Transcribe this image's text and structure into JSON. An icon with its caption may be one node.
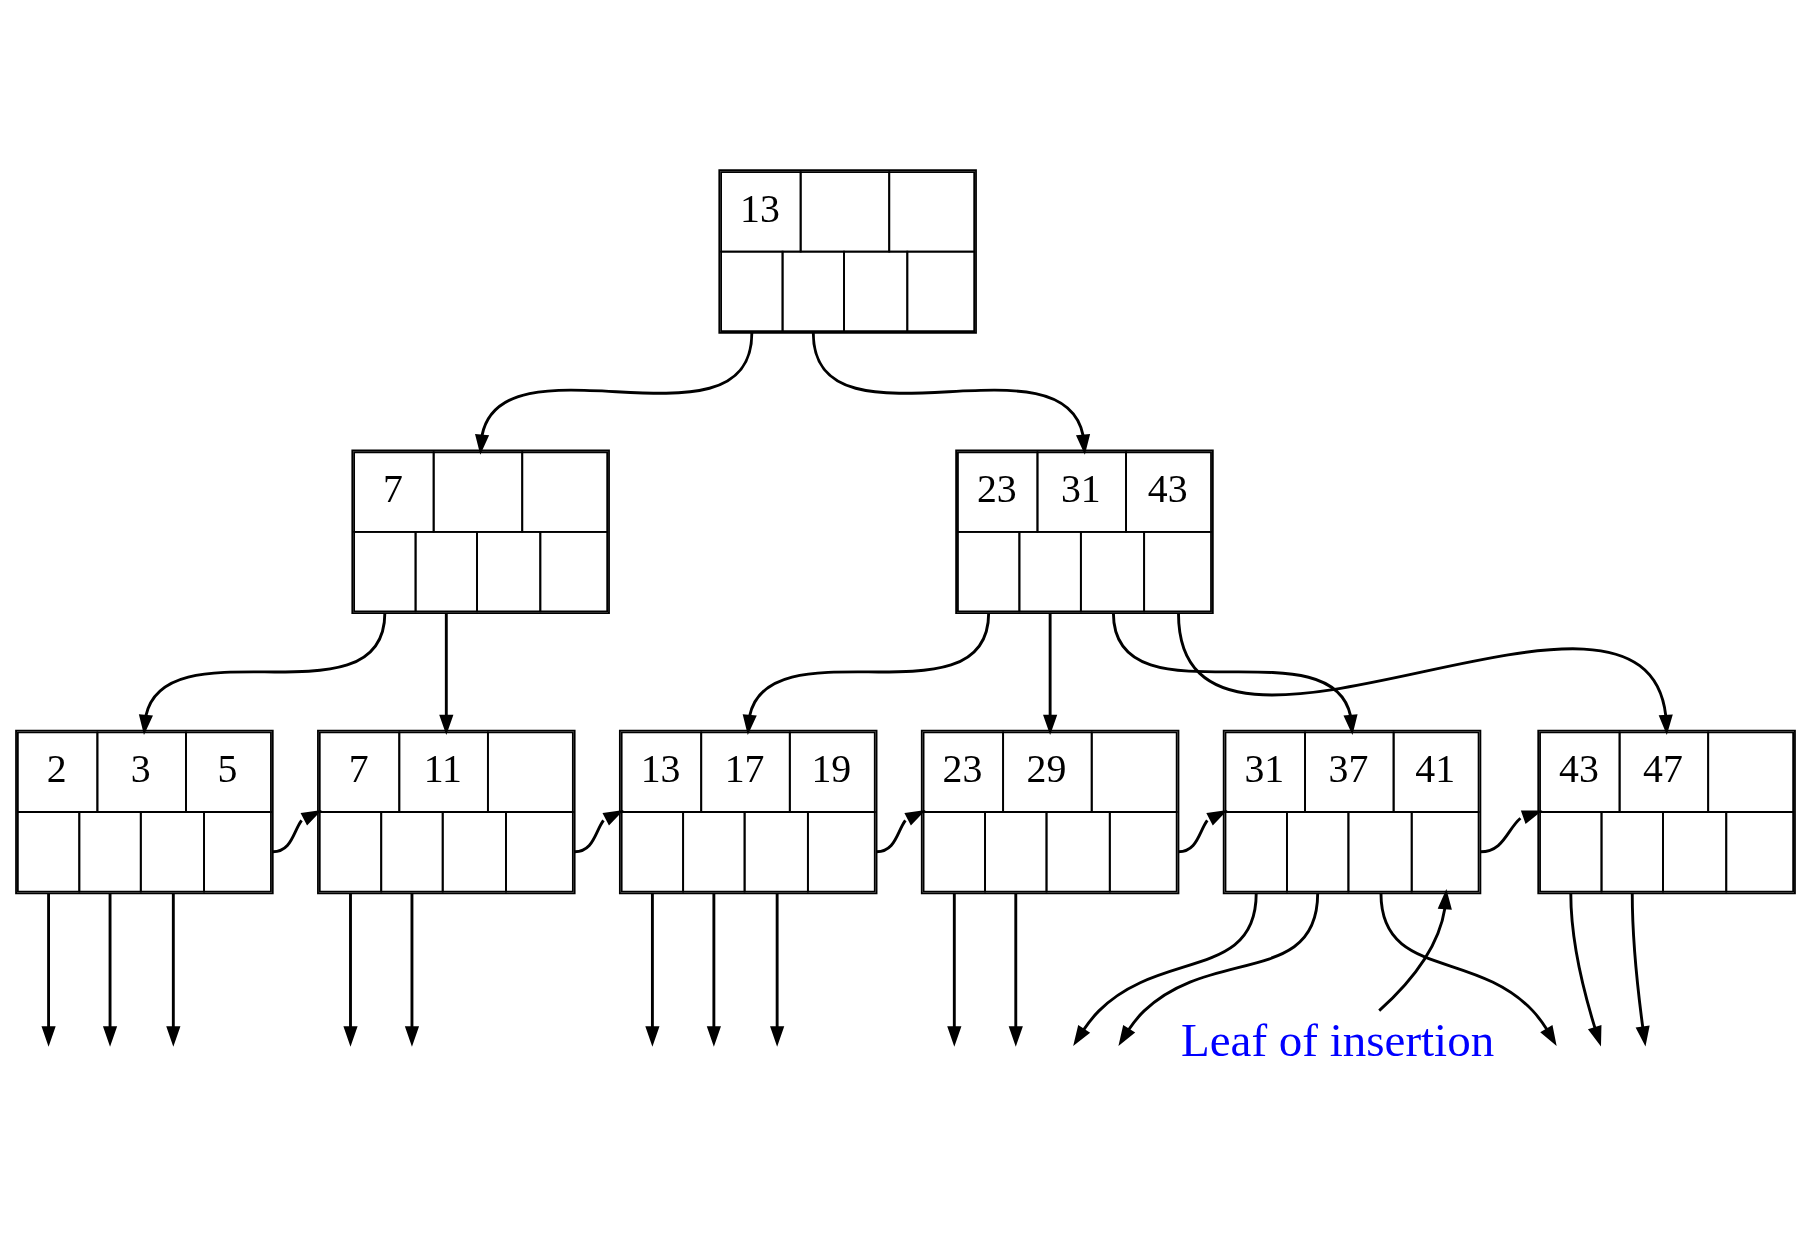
{
  "diagram": {
    "nodes": [
      {
        "text": [
          "13"
        ]
      },
      {
        "text": [
          "7"
        ]
      },
      {
        "text": [
          "23",
          "31",
          "43"
        ]
      },
      {
        "text": [
          "2",
          "3",
          "5"
        ]
      },
      {
        "text": [
          "7",
          "11"
        ]
      },
      {
        "text": [
          "13",
          "17",
          "19"
        ]
      },
      {
        "text": [
          "23",
          "29"
        ]
      },
      {
        "text": [
          "31",
          "37",
          "41"
        ]
      },
      {
        "text": [
          "43",
          "47"
        ]
      },
      {
        "text": [
          "Leaf of insertion"
        ]
      }
    ],
    "edges": [
      {
        "from": 0,
        "to": 1,
        "arrow": "to"
      },
      {
        "from": 0,
        "to": 2,
        "arrow": "to"
      },
      {
        "from": 1,
        "to": 3,
        "arrow": "to"
      },
      {
        "from": 1,
        "to": 4,
        "arrow": "to"
      },
      {
        "from": 2,
        "to": 5,
        "arrow": "to"
      },
      {
        "from": 2,
        "to": 6,
        "arrow": "to"
      },
      {
        "from": 2,
        "to": 7,
        "arrow": "to"
      },
      {
        "from": 2,
        "to": 8,
        "arrow": "to"
      },
      {
        "from": 3,
        "to": 4,
        "arrow": "to"
      },
      {
        "from": 4,
        "to": 5,
        "arrow": "to"
      },
      {
        "from": 5,
        "to": 6,
        "arrow": "to"
      },
      {
        "from": 6,
        "to": 7,
        "arrow": "to"
      },
      {
        "from": 7,
        "to": 8,
        "arrow": "to"
      },
      {
        "from": 3,
        "to": null,
        "arrow": "to"
      },
      {
        "from": 3,
        "to": null,
        "arrow": "to"
      },
      {
        "from": 3,
        "to": null,
        "arrow": "to"
      },
      {
        "from": 4,
        "to": null,
        "arrow": "to"
      },
      {
        "from": 4,
        "to": null,
        "arrow": "to"
      },
      {
        "from": 5,
        "to": null,
        "arrow": "to"
      },
      {
        "from": 5,
        "to": null,
        "arrow": "to"
      },
      {
        "from": 5,
        "to": null,
        "arrow": "to"
      },
      {
        "from": 6,
        "to": null,
        "arrow": "to"
      },
      {
        "from": 6,
        "to": null,
        "arrow": "to"
      },
      {
        "from": 7,
        "to": null,
        "arrow": "to"
      },
      {
        "from": 7,
        "to": null,
        "arrow": "to"
      },
      {
        "from": 7,
        "to": null,
        "arrow": "to"
      },
      {
        "from": 8,
        "to": null,
        "arrow": "to"
      },
      {
        "from": 8,
        "to": null,
        "arrow": "to"
      },
      {
        "from": 9,
        "to": 7,
        "arrow": "to"
      }
    ]
  }
}
